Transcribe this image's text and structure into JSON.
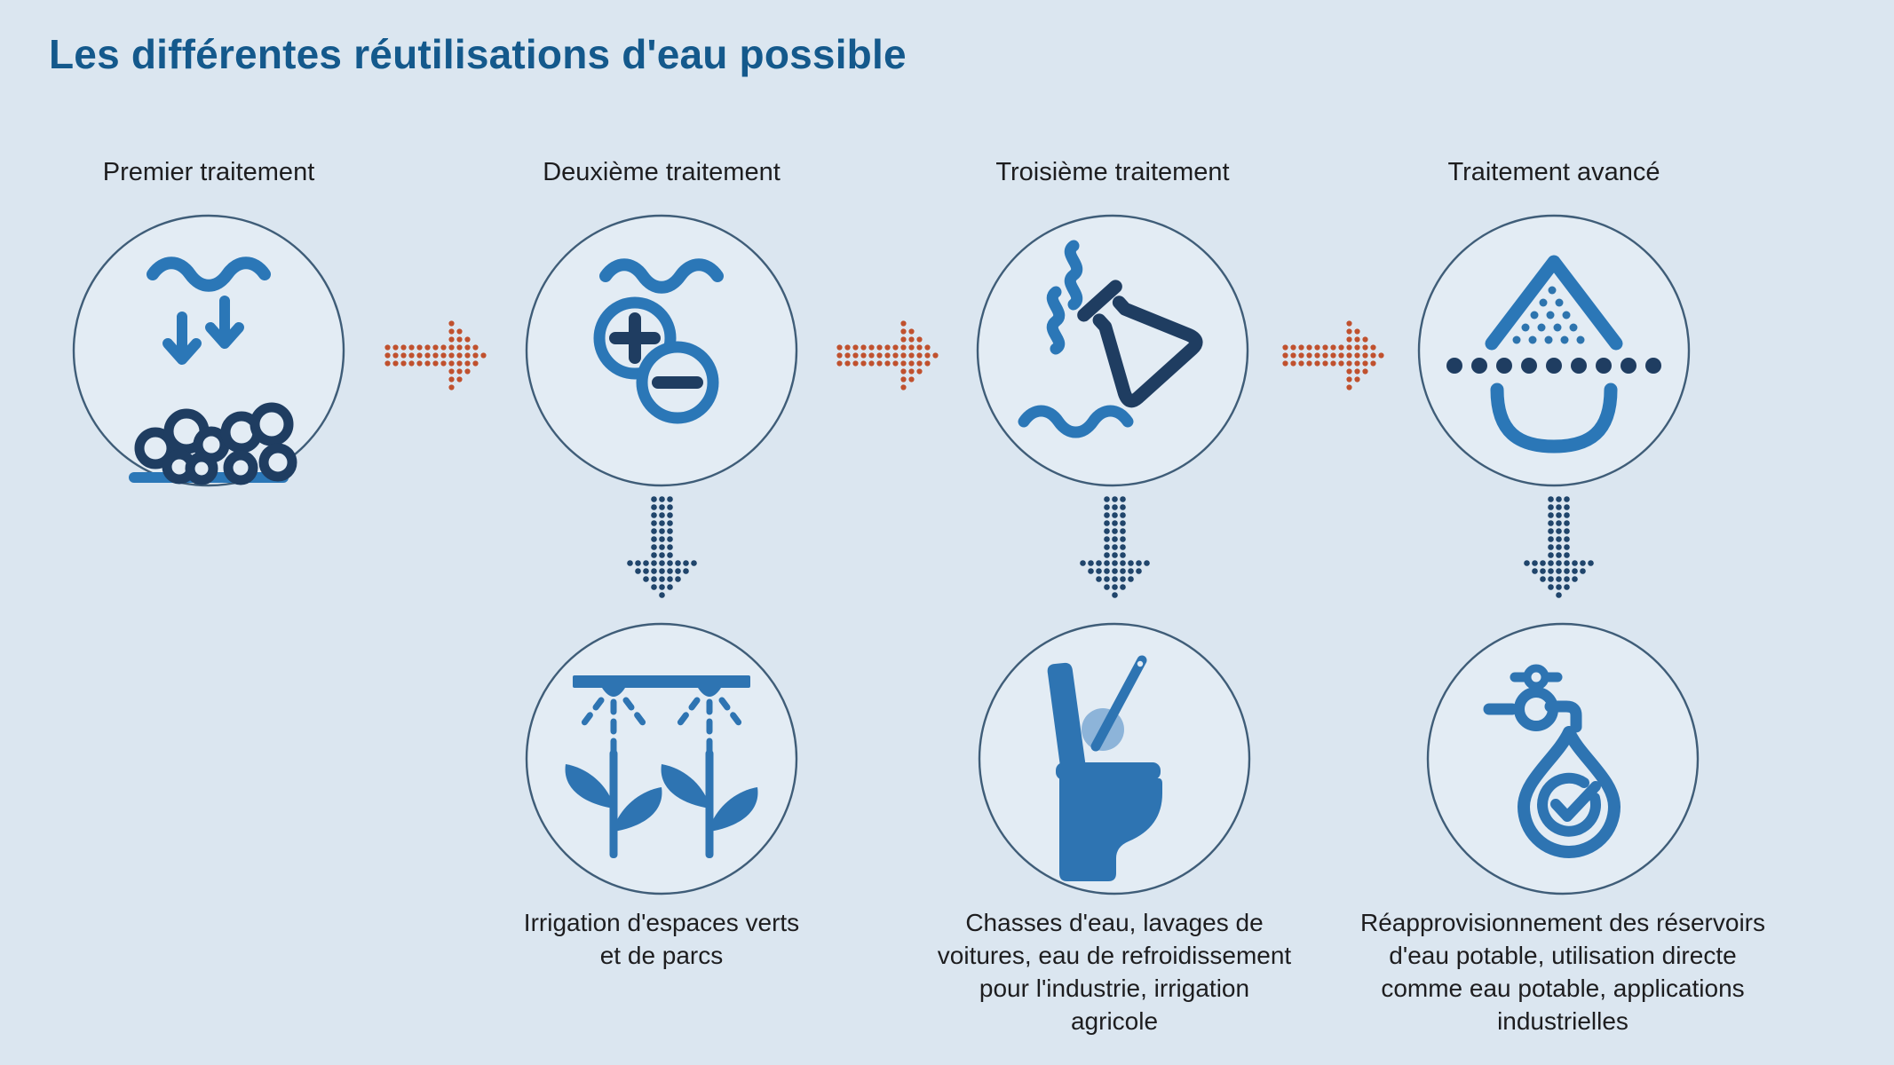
{
  "title": "Les différentes réutilisations d'eau possible",
  "stages": [
    {
      "label": "Premier traitement",
      "icon": "sedimentation-icon"
    },
    {
      "label": "Deuxième traitement",
      "icon": "charge-balance-icon",
      "outcome_icon": "sprinkler-plants-icon",
      "outcome_text": "Irrigation d'espaces verts\net de parcs"
    },
    {
      "label": "Troisième traitement",
      "icon": "chemical-flask-icon",
      "outcome_icon": "toilet-flush-icon",
      "outcome_text": "Chasses d'eau, lavages de\nvoitures, eau de refroidissement\npour l'industrie, irrigation\nagricole"
    },
    {
      "label": "Traitement avancé",
      "icon": "filtration-droplet-icon",
      "outcome_icon": "potable-tap-droplet-icon",
      "outcome_text": "Réapprovisionnement des réservoirs\nd'eau potable, utilisation directe\ncomme eau potable, applications\nindustrielles"
    }
  ],
  "arrows": {
    "process_icon": "dotted-right-arrow-icon",
    "output_icon": "dotted-down-arrow-icon"
  },
  "colors": {
    "background": "#dbe6f0",
    "node_fill": "#e3ecf4",
    "node_outline": "#3f5d78",
    "title_blue": "#14598c",
    "text_dark": "#1d1d1f",
    "icon_blue": "#2b77b7",
    "icon_fill_blue": "#2e74b2",
    "icon_navy": "#1f3d61",
    "icon_light_blue": "#8db4d9",
    "arrow_orange": "#c0512e",
    "arrow_blue": "#20456b"
  }
}
